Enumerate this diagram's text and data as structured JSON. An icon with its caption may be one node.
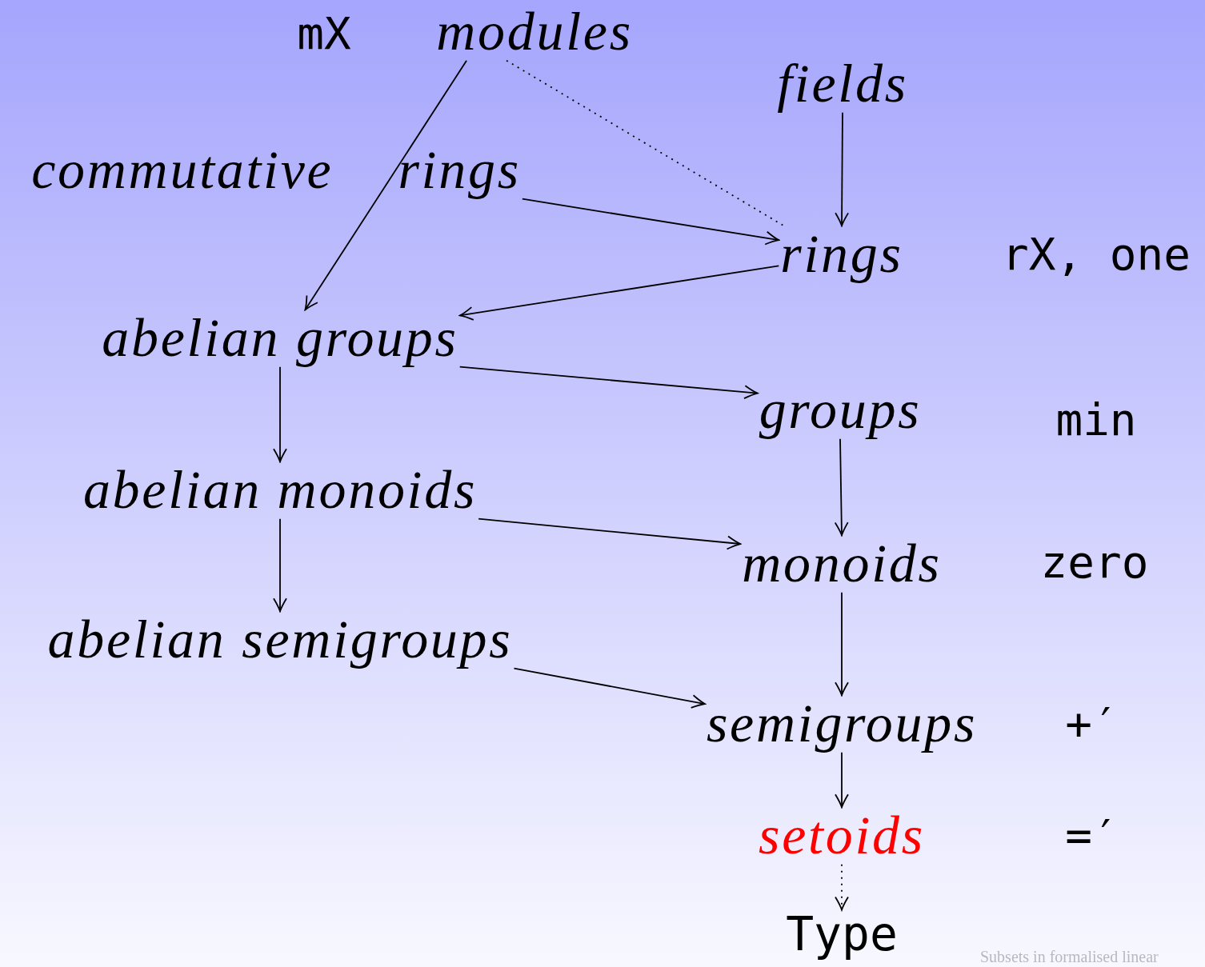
{
  "diagram": {
    "nodes": [
      {
        "text": [
          "modules"
        ]
      },
      {
        "text": [
          "fields"
        ]
      },
      {
        "text": [
          "commutative rings"
        ]
      },
      {
        "text": [
          "rings"
        ]
      },
      {
        "text": [
          "abelian groups"
        ]
      },
      {
        "text": [
          "groups"
        ]
      },
      {
        "text": [
          "abelian monoids"
        ]
      },
      {
        "text": [
          "monoids"
        ]
      },
      {
        "text": [
          "abelian semigroups"
        ]
      },
      {
        "text": [
          "semigroups"
        ]
      },
      {
        "text": [
          "setoids"
        ]
      },
      {
        "text": [
          "Type"
        ]
      }
    ],
    "edges": [
      {
        "from": 0,
        "to": 4,
        "arrow": "to"
      },
      {
        "from": 0,
        "to": 3,
        "arrow": "none",
        "style": "dashed"
      },
      {
        "from": 1,
        "to": 3,
        "arrow": "to"
      },
      {
        "from": 2,
        "to": 3,
        "arrow": "to"
      },
      {
        "from": 3,
        "to": 4,
        "arrow": "to"
      },
      {
        "from": 4,
        "to": 5,
        "arrow": "to"
      },
      {
        "from": 4,
        "to": 6,
        "arrow": "to"
      },
      {
        "from": 5,
        "to": 7,
        "arrow": "to"
      },
      {
        "from": 6,
        "to": 7,
        "arrow": "to"
      },
      {
        "from": 6,
        "to": 8,
        "arrow": "to"
      },
      {
        "from": 7,
        "to": 9,
        "arrow": "to"
      },
      {
        "from": 8,
        "to": 9,
        "arrow": "to"
      },
      {
        "from": 9,
        "to": 10,
        "arrow": "to"
      },
      {
        "from": 10,
        "to": 11,
        "arrow": "to",
        "style": "dashed"
      }
    ],
    "labels": [
      "mX",
      "rX, one",
      "min",
      "zero",
      "+′",
      "=′",
      "Subsets in formalised linear"
    ]
  }
}
